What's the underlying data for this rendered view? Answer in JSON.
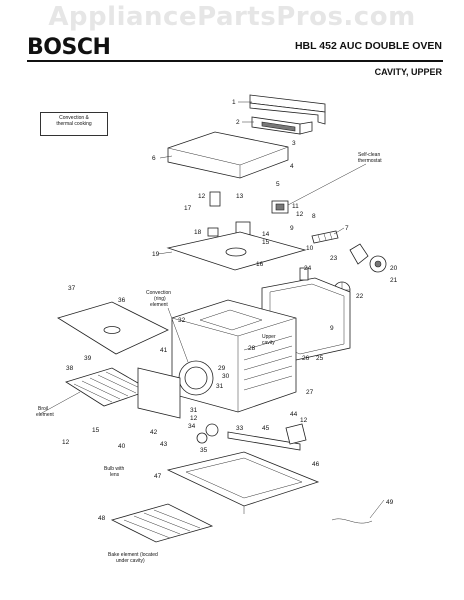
{
  "watermark": "AppliancePartsPros.com",
  "header": {
    "brand": "BOSCH",
    "model": "HBL 452 AUC DOUBLE OVEN",
    "section": "CAVITY, UPPER"
  },
  "legend": {
    "line1": "Convection &",
    "line2": "thermal cooking"
  },
  "labels": {
    "self_clean_1": "Self-clean",
    "self_clean_2": "thermostat",
    "convection_1": "Convection",
    "convection_2": "(ring)",
    "convection_3": "element",
    "upper_1": "Upper",
    "upper_2": "cavity",
    "broil_1": "Broil",
    "broil_2": "element",
    "bulb_1": "Bulb with",
    "bulb_2": "lens",
    "bake_1": "Bake element (located",
    "bake_2": "under cavity)"
  },
  "callouts": {
    "n1": "1",
    "n2": "2",
    "n3": "3",
    "n4": "4",
    "n5": "5",
    "n6": "6",
    "n7": "7",
    "n8": "8",
    "n9a": "9",
    "n9b": "9",
    "n10": "10",
    "n11": "11",
    "n12a": "12",
    "n12b": "12",
    "n12c": "12",
    "n12d": "12",
    "n12e": "12",
    "n13": "13",
    "n14": "14",
    "n15a": "15",
    "n15b": "15",
    "n16": "16",
    "n17": "17",
    "n18": "18",
    "n19": "19",
    "n20": "20",
    "n21": "21",
    "n22": "22",
    "n23": "23",
    "n24": "24",
    "n25": "25",
    "n26": "26",
    "n27": "27",
    "n28": "28",
    "n29": "29",
    "n30": "30",
    "n31a": "31",
    "n31b": "31",
    "n32": "32",
    "n33": "33",
    "n34": "34",
    "n35": "35",
    "n36": "36",
    "n37": "37",
    "n38": "38",
    "n39": "39",
    "n40": "40",
    "n41": "41",
    "n42": "42",
    "n43": "43",
    "n44": "44",
    "n45": "45",
    "n46": "46",
    "n47": "47",
    "n48": "48",
    "n49": "49"
  }
}
